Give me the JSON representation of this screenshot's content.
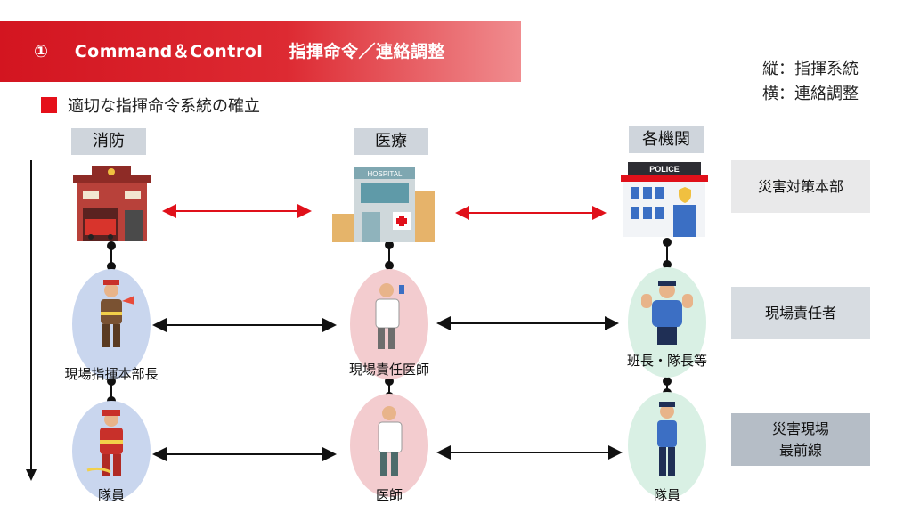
{
  "banner": {
    "number": "①",
    "title_en": "Command＆Control",
    "title_jp": "指揮命令／連絡調整"
  },
  "legend": {
    "vertical": "縦：指揮系統",
    "horizontal": "横：連絡調整"
  },
  "subtitle": "適切な指揮命令系統の確立",
  "columns": [
    "消防",
    "医療",
    "各機関"
  ],
  "building_signs": {
    "hospital": "HOSPITAL",
    "police": "POLICE"
  },
  "roles": {
    "fire": [
      "現場指揮本部長",
      "隊員"
    ],
    "medical": [
      "現場責任医師",
      "医師"
    ],
    "agency": [
      "班長・隊長等",
      "隊員"
    ]
  },
  "side_levels": [
    "災害対策本部",
    "現場責任者",
    "災害現場\n最前線"
  ],
  "colors": {
    "accent": "#e5101a",
    "fire_oval": "#c9d6ee",
    "medical_oval": "#f3cccf",
    "agency_oval": "#d9f0e4"
  }
}
